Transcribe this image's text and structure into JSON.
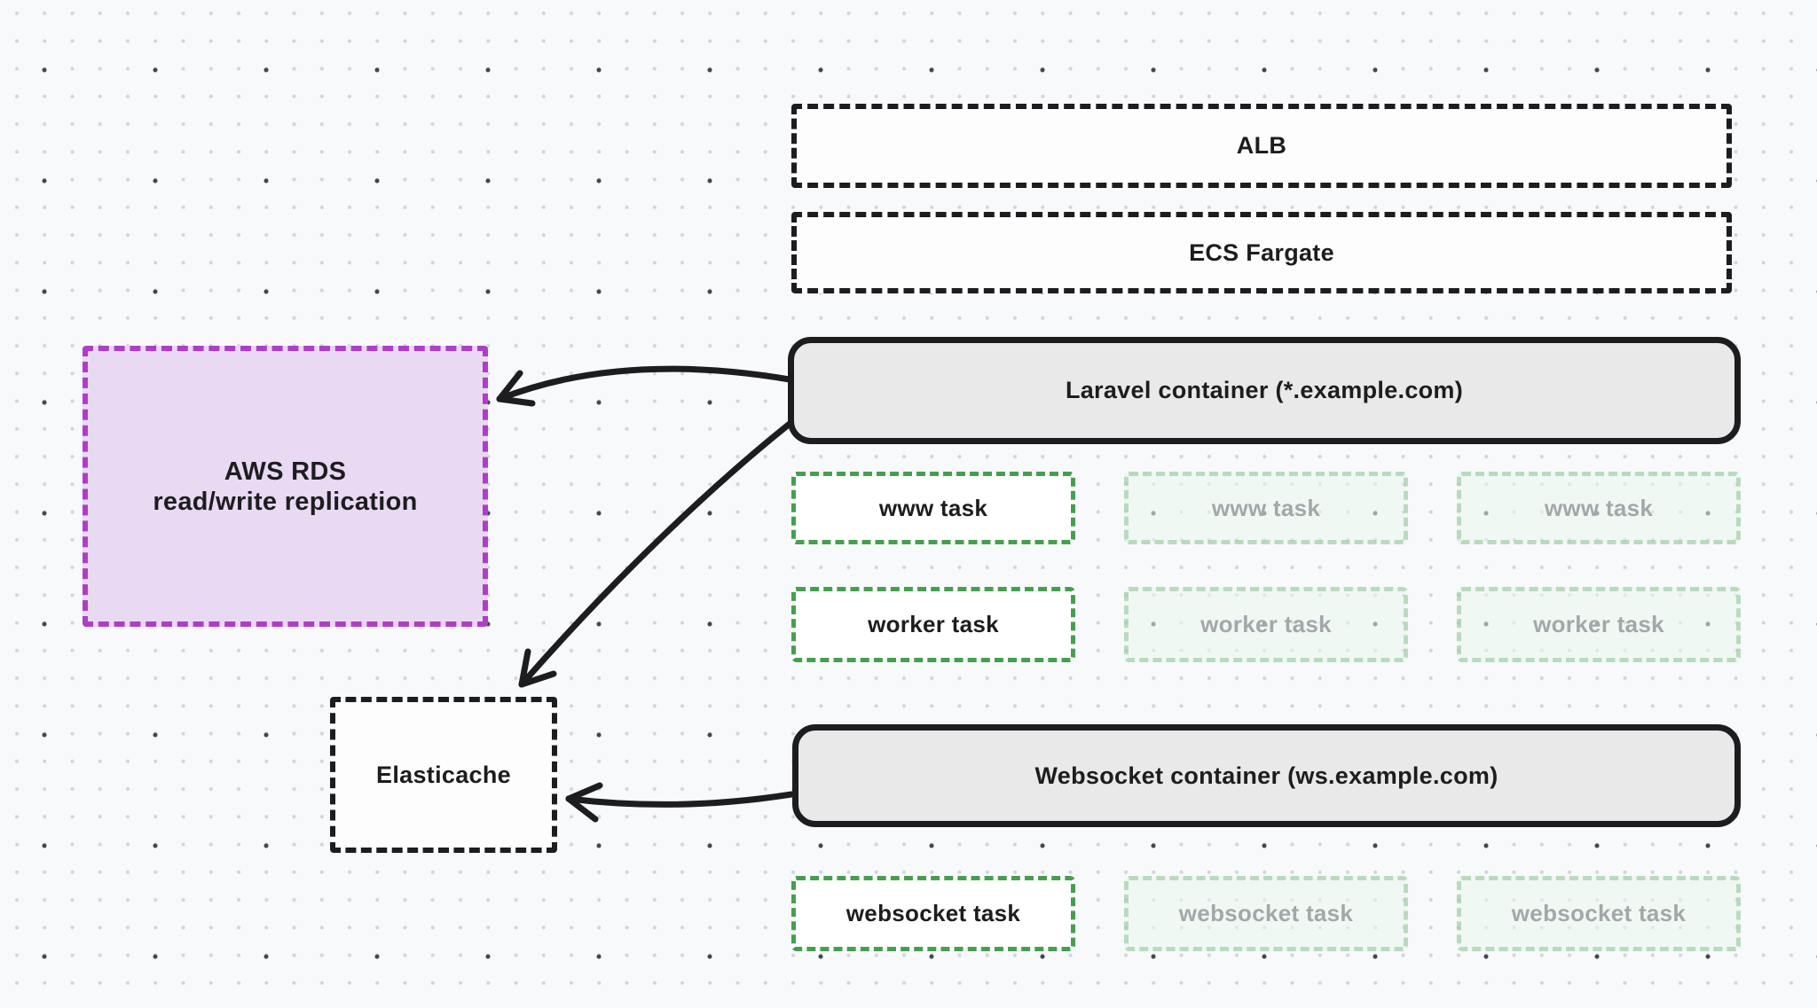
{
  "nodes": {
    "alb": {
      "label": "ALB"
    },
    "ecs_fargate": {
      "label": "ECS Fargate"
    },
    "laravel_container": {
      "label": "Laravel container (*.example.com)"
    },
    "aws_rds": {
      "line1": "AWS RDS",
      "line2": "read/write replication"
    },
    "elasticache": {
      "label": "Elasticache"
    },
    "websocket_container": {
      "label": "Websocket container (ws.example.com)"
    }
  },
  "tasks": {
    "www": [
      {
        "label": "www task",
        "state": "active"
      },
      {
        "label": "www task",
        "state": "inactive"
      },
      {
        "label": "www task",
        "state": "inactive"
      }
    ],
    "worker": [
      {
        "label": "worker task",
        "state": "active"
      },
      {
        "label": "worker task",
        "state": "inactive"
      },
      {
        "label": "worker task",
        "state": "inactive"
      }
    ],
    "websocket": [
      {
        "label": "websocket task",
        "state": "active"
      },
      {
        "label": "websocket task",
        "state": "inactive"
      },
      {
        "label": "websocket task",
        "state": "inactive"
      }
    ]
  },
  "arrows": [
    {
      "name": "laravel-to-rds"
    },
    {
      "name": "laravel-to-elasticache"
    },
    {
      "name": "websocket-to-elasticache"
    }
  ],
  "colors": {
    "background": "#f8f9fb",
    "stroke_black": "#1d1d1f",
    "container_fill": "#e9e9e9",
    "green_stroke": "#43a04f",
    "purple_stroke": "#ae3ec9",
    "purple_fill": "#e9d9f3"
  }
}
